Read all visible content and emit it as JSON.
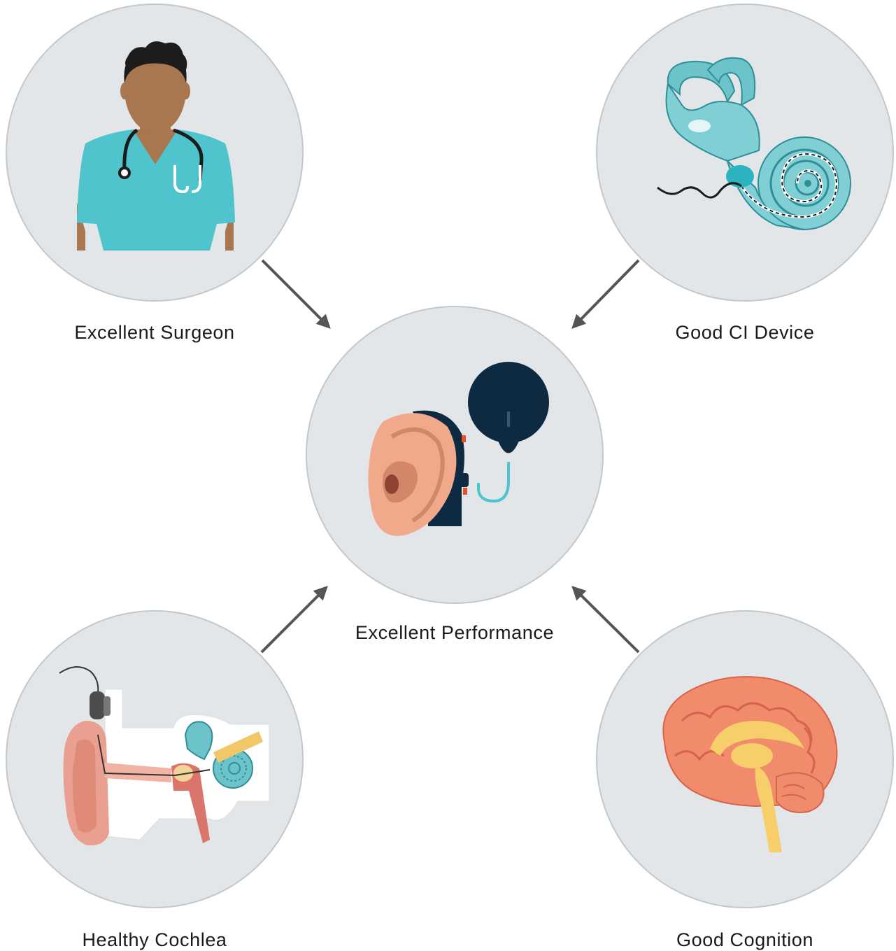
{
  "diagram": {
    "center": {
      "label": "Excellent Performance",
      "icon": "cochlear-implant-ear-icon"
    },
    "nodes": [
      {
        "id": "surgeon",
        "label": "Excellent Surgeon",
        "icon": "surgeon-icon"
      },
      {
        "id": "device",
        "label": "Good CI Device",
        "icon": "inner-ear-electrode-icon"
      },
      {
        "id": "cochlea",
        "label": "Healthy Cochlea",
        "icon": "ear-anatomy-implant-icon"
      },
      {
        "id": "cognition",
        "label": "Good Cognition",
        "icon": "brain-icon"
      }
    ],
    "edges": [
      {
        "from": "surgeon",
        "to": "center"
      },
      {
        "from": "device",
        "to": "center"
      },
      {
        "from": "cochlea",
        "to": "center"
      },
      {
        "from": "cognition",
        "to": "center"
      }
    ],
    "colors": {
      "circle_fill": "#e2e6e9",
      "circle_stroke": "#c2c8cc",
      "arrow": "#555555",
      "teal": "#4fc4cc",
      "navy": "#0e2a40",
      "skin": "#a9774f",
      "ear_pink": "#f0a98a",
      "brain_orange": "#f08c6c",
      "brain_yellow": "#f7cf6a"
    }
  }
}
